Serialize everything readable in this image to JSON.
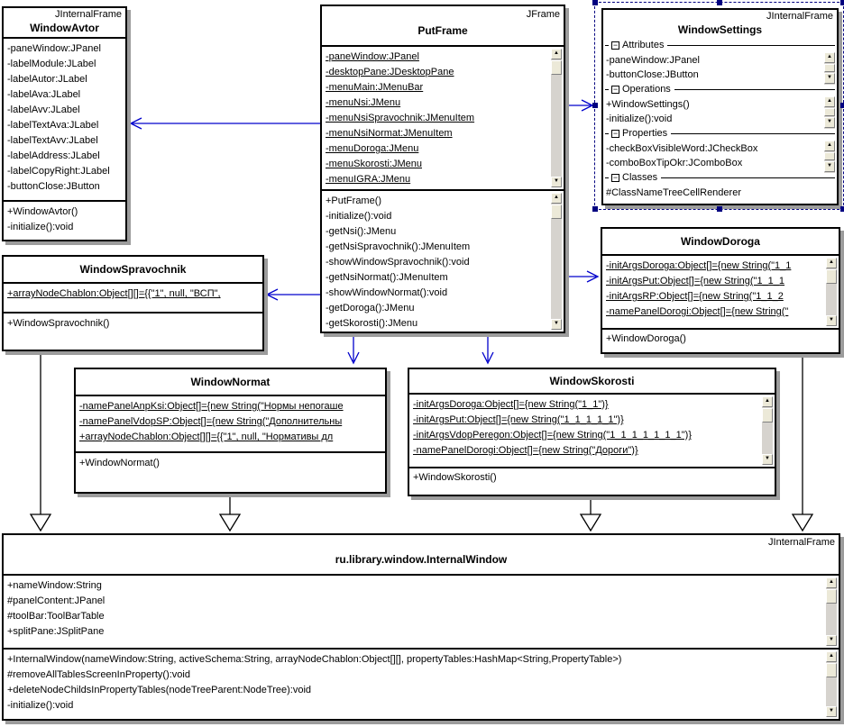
{
  "palette": {
    "connector_blue": "#0000cc",
    "selection_navy": "#000080",
    "shadow_gray": "#9c9c9c",
    "scroll_track": "#d6d3ce",
    "scroll_face": "#ece9d8",
    "line_black": "#000000"
  },
  "icons": {
    "scroll_up": "▲",
    "scroll_down": "▼",
    "collapse": "−"
  },
  "classes": {
    "windowAvtor": {
      "stereotype": "JInternalFrame",
      "name": "WindowAvtor",
      "attributes": [
        "-paneWindow:JPanel",
        "-labelModule:JLabel",
        "-labelAutor:JLabel",
        "-labelAva:JLabel",
        "-labelAvv:JLabel",
        "-labelTextAva:JLabel",
        "-labelTextAvv:JLabel",
        "-labelAddress:JLabel",
        "-labelCopyRight:JLabel",
        "-buttonClose:JButton"
      ],
      "methods": [
        "+WindowAvtor()",
        "-initialize():void"
      ]
    },
    "putFrame": {
      "stereotype": "JFrame",
      "name": "PutFrame",
      "attributes": [
        "-paneWindow:JPanel",
        "-desktopPane:JDesktopPane",
        "-menuMain:JMenuBar",
        "-menuNsi:JMenu",
        "-menuNsiSpravochnik:JMenuItem",
        "-menuNsiNormat:JMenuItem",
        "-menuDoroga:JMenu",
        "-menuSkorosti:JMenu",
        "-menuIGRA:JMenu"
      ],
      "methods": [
        "+PutFrame()",
        "-initialize():void",
        "-getNsi():JMenu",
        "-getNsiSpravochnik():JMenuItem",
        "-showWindowSpravochnik():void",
        "-getNsiNormat():JMenuItem",
        "-showWindowNormat():void",
        "-getDoroga():JMenu",
        "-getSkorosti():JMenu"
      ]
    },
    "windowSettings": {
      "stereotype": "JInternalFrame",
      "name": "WindowSettings",
      "sections": [
        {
          "label": "Attributes",
          "items": [
            "-paneWindow:JPanel",
            "-buttonClose:JButton"
          ]
        },
        {
          "label": "Operations",
          "items": [
            "+WindowSettings()",
            "-initialize():void"
          ]
        },
        {
          "label": "Properties",
          "items": [
            "-checkBoxVisibleWord:JCheckBox",
            "-comboBoxTipOkr:JComboBox"
          ]
        },
        {
          "label": "Classes",
          "items": [
            "#ClassNameTreeCellRenderer"
          ]
        }
      ]
    },
    "windowSpravochnik": {
      "name": "WindowSpravochnik",
      "attributes": [
        "+arrayNodeChablon:Object[][]={{\"1\", null, \"ВСП\","
      ],
      "methods": [
        "+WindowSpravochnik()"
      ]
    },
    "windowDoroga": {
      "name": "WindowDoroga",
      "attributes": [
        "-initArgsDoroga:Object[]={new String(\"1_1",
        "-initArgsPut:Object[]={new String(\"1_1_1",
        "-initArgsRP:Object[]={new String(\"1_1_2",
        "-namePanelDorogi:Object[]={new String(\""
      ],
      "methods": [
        "+WindowDoroga()"
      ]
    },
    "windowNormat": {
      "name": "WindowNormat",
      "attributes": [
        "-namePanelAnpKsi:Object[]={new String(\"Нормы непогаше",
        "-namePanelVdopSP:Object[]={new String(\"Дополнительны",
        "+arrayNodeChablon:Object[][]={{\"1\", null, \"Нормативы дл"
      ],
      "methods": [
        "+WindowNormat()"
      ]
    },
    "windowSkorosti": {
      "name": "WindowSkorosti",
      "attributes": [
        "-initArgsDoroga:Object[]={new String(\"1_1\")}",
        "-initArgsPut:Object[]={new String(\"1_1_1_1_1\")}",
        "-initArgsVdopPeregon:Object[]={new String(\"1_1_1_1_1_1_1\")}",
        "-namePanelDorogi:Object[]={new String(\"Дороги\")}"
      ],
      "methods": [
        "+WindowSkorosti()"
      ]
    },
    "internalWindow": {
      "stereotype": "JInternalFrame",
      "name": "ru.library.window.InternalWindow",
      "attributes": [
        "+nameWindow:String",
        "#panelContent:JPanel",
        "#toolBar:ToolBarTable",
        "+splitPane:JSplitPane"
      ],
      "methods": [
        "+InternalWindow(nameWindow:String, activeSchema:String, arrayNodeChablon:Object[][], propertyTables:HashMap<String,PropertyTable>)",
        "#removeAllTablesScreenInProperty():void",
        "+deleteNodeChildsInPropertyTables(nodeTreeParent:NodeTree):void",
        "-initialize():void"
      ]
    }
  }
}
